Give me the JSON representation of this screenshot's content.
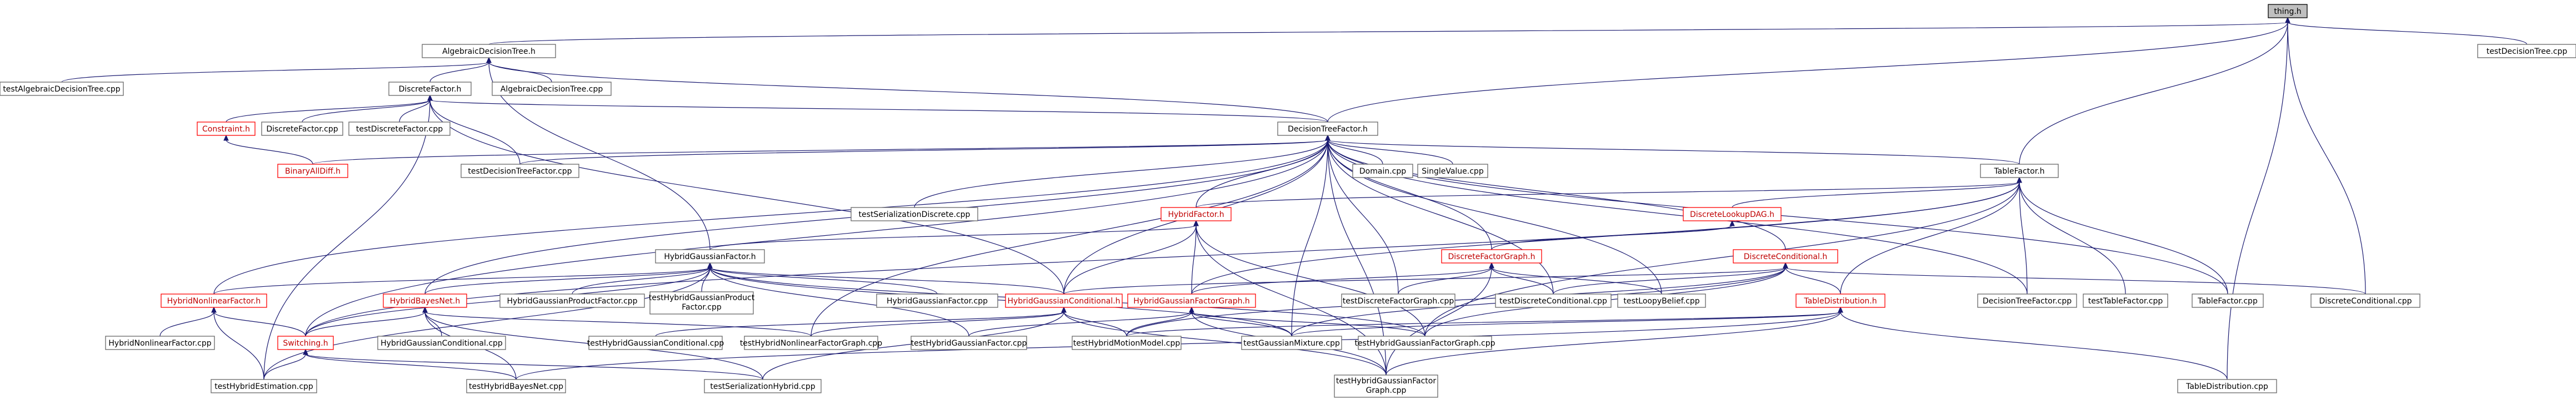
{
  "nodes": {
    "thing": "thing.h",
    "adt": "AlgebraicDecisionTree.h",
    "test_adt": "testAlgebraicDecisionTree.cpp",
    "df": "DiscreteFactor.h",
    "adt_cpp": "AlgebraicDecisionTree.cpp",
    "test_dt": "testDecisionTree.cpp",
    "constraint": "Constraint.h",
    "df_cpp": "DiscreteFactor.cpp",
    "test_df": "testDiscreteFactor.cpp",
    "dtf": "DecisionTreeFactor.h",
    "binary": "BinaryAllDiff.h",
    "test_dtf": "testDecisionTreeFactor.cpp",
    "domain": "Domain.cpp",
    "singlevalue": "SingleValue.cpp",
    "tablefactor": "TableFactor.h",
    "test_serial_disc": "testSerializationDiscrete.cpp",
    "hybridfactor": "HybridFactor.h",
    "dlookup": "DiscreteLookupDAG.h",
    "dfg": "DiscreteFactorGraph.h",
    "dcond": "DiscreteConditional.h",
    "hgf": "HybridGaussianFactor.h",
    "hnf": "HybridNonlinearFactor.h",
    "hbn": "HybridBayesNet.h",
    "hgpf": "HybridGaussianProductFactor.cpp",
    "test_hgpf_1": "testHybridGaussianProduct",
    "test_hgpf_2": "Factor.cpp",
    "hgf_cpp": "HybridGaussianFactor.cpp",
    "hgc": "HybridGaussianConditional.h",
    "hgfg": "HybridGaussianFactorGraph.h",
    "test_dfg": "testDiscreteFactorGraph.cpp",
    "test_dcond": "testDiscreteConditional.cpp",
    "test_loopy": "testLoopyBelief.cpp",
    "tabledist": "TableDistribution.h",
    "dtf_cpp": "DecisionTreeFactor.cpp",
    "test_tf": "testTableFactor.cpp",
    "tf_cpp": "TableFactor.cpp",
    "dcond_cpp": "DiscreteConditional.cpp",
    "hnfg": "HybridNonlinearFactor.cpp",
    "switching": "Switching.h",
    "hgc_cpp": "HybridGaussianConditional.cpp",
    "test_hgc": "testHybridGaussianConditional.cpp",
    "test_hnfg": "testHybridNonlinearFactorGraph.cpp",
    "test_hgf": "testHybridGaussianFactor.cpp",
    "test_hmm": "testHybridMotionModel.cpp",
    "test_gm": "testGaussianMixture.cpp",
    "test_hgfg": "testHybridGaussianFactorGraph.cpp",
    "tabledist_cpp": "TableDistribution.cpp",
    "test_he": "testHybridEstimation.cpp",
    "test_hbn": "testHybridBayesNet.cpp",
    "test_serial_hybrid": "testSerializationHybrid.cpp",
    "test_hgfg2_1": "testHybridGaussianFactor",
    "test_hgfg2_2": "Graph.cpp"
  },
  "colors": {
    "edge": "#191970",
    "box_border": "#666666",
    "red_border": "#ff0000",
    "focus_fill": "#bfbfbf"
  }
}
